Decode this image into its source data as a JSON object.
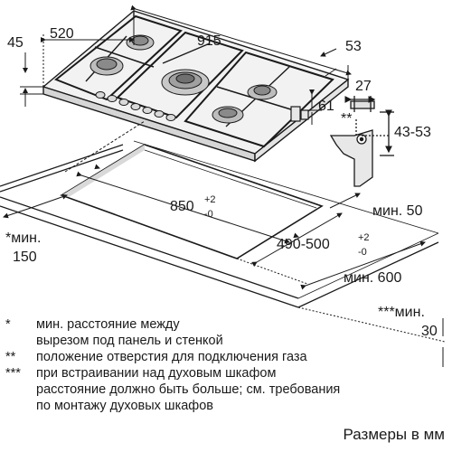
{
  "dimensions": {
    "hob_width": "915",
    "hob_depth": "520",
    "hob_height": "45",
    "d53": "53",
    "d61": "61",
    "d27": "27",
    "gas_range": "43-53",
    "mark_double": "**",
    "cutout_width": "850",
    "cutout_width_plus": "+2",
    "cutout_width_minus": "-0",
    "cutout_depth": "490-500",
    "cutout_depth_plus": "+2",
    "cutout_depth_minus": "-0",
    "min50": "мин. 50",
    "min150_a": "*мин.",
    "min150_b": "150",
    "min600": "мин. 600",
    "min30_a": "***мин.",
    "min30_b": "30"
  },
  "notes": [
    {
      "mark": "*",
      "lines": [
        "мин. расстояние между",
        "вырезом под панель и стенкой"
      ]
    },
    {
      "mark": "**",
      "lines": [
        "положение отверстия для подключения газа"
      ]
    },
    {
      "mark": "***",
      "lines": [
        "при встраивании над духовым шкафом",
        "расстояние должно быть больше; см. требования",
        "по монтажу духовых шкафов"
      ]
    }
  ],
  "units_label": "Размеры в мм"
}
